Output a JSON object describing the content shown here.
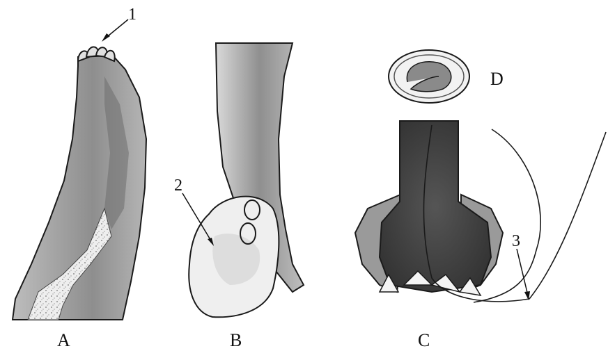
{
  "panels": {
    "a": "A",
    "b": "B",
    "c": "C",
    "d": "D"
  },
  "callouts": {
    "one": "1",
    "two": "2",
    "three": "3"
  },
  "colors": {
    "outline": "#1a1a1a",
    "dark_tissue": "#4a4a4a",
    "mid_tissue": "#8c8c8c",
    "light_tissue": "#c8c8c8",
    "pale_tissue": "#e6e6e6"
  }
}
